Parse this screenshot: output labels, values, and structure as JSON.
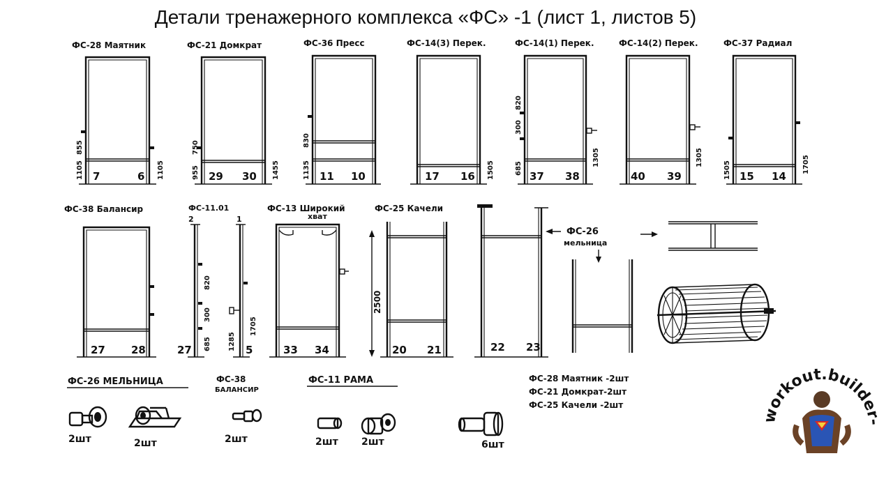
{
  "title": "Детали тренажерного комплекса  «ФС» -1  (лист 1, листов 5)",
  "row1": [
    {
      "label": "ФС-28 Маятник",
      "dims": [
        "1105",
        "855",
        "1105"
      ],
      "nums": [
        "7",
        "6"
      ]
    },
    {
      "label": "ФС-21 Домкрат",
      "dims": [
        "955",
        "750",
        "1455"
      ],
      "nums": [
        "29",
        "30"
      ]
    },
    {
      "label": "ФС-36 Пресс",
      "dims": [
        "1135",
        "830"
      ],
      "nums": [
        "11",
        "10"
      ]
    },
    {
      "label": "ФС-14(3) Перек.",
      "dims": [
        "1505"
      ],
      "nums": [
        "17",
        "16"
      ]
    },
    {
      "label": "ФС-14(1) Перек.",
      "dims": [
        "685",
        "300",
        "820",
        "1305"
      ],
      "nums": [
        "37",
        "38"
      ]
    },
    {
      "label": "ФС-14(2) Перек.",
      "dims": [
        "1305"
      ],
      "nums": [
        "40",
        "39"
      ]
    },
    {
      "label": "ФС-37 Радиал",
      "dims": [
        "1505",
        "1705"
      ],
      "nums": [
        "15",
        "14"
      ]
    }
  ],
  "row2": {
    "balancer": {
      "label": "ФС-38 Балансир",
      "nums": [
        "27",
        "28"
      ]
    },
    "fs11": {
      "label": "ФС-11.01",
      "left_num": "2",
      "right_num": "1",
      "dims": [
        "820",
        "300",
        "685",
        "1285",
        "1705"
      ],
      "nums": [
        "27",
        "5"
      ]
    },
    "fs13": {
      "label1": "ФС-13 Широкий",
      "label2": "хват",
      "nums": [
        "33",
        "34"
      ]
    },
    "fs25": {
      "label": "ФС-25 Качели",
      "dim": "2500",
      "nums": [
        "20",
        "21"
      ]
    },
    "fs25b": {
      "nums": [
        "22",
        "23"
      ]
    },
    "fs26": {
      "label1": "ФС-26",
      "label2": "мельница"
    }
  },
  "row3": {
    "mill": {
      "label": "ФС-26  МЕЛЬНИЦА",
      "qty1": "2шт",
      "qty2": "2шт"
    },
    "bal": {
      "label1": "ФС-38",
      "label2": "БАЛАНСИР",
      "qty": "2шт"
    },
    "rama": {
      "label": "ФС-11 РАМА",
      "qty1": "2шт",
      "qty2": "2шт"
    },
    "extra": {
      "qty": "6шт"
    },
    "notes": [
      "ФС-28 Маятник -2шт",
      "ФС-21 Домкрат-2шт",
      "ФС-25 Качели -2шт"
    ]
  },
  "logo": {
    "text": "workout.builder-ua.com"
  }
}
